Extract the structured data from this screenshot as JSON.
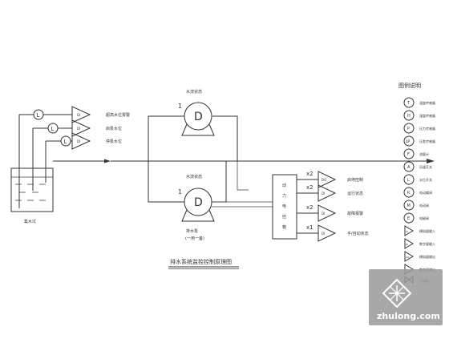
{
  "diagram": {
    "title": "排水系统监控控制原理图",
    "tank_label": "集水坑",
    "level_signals": [
      "超高水位报警",
      "启泵水位",
      "停泵水位"
    ],
    "level_symbol": "L",
    "level_io": "DI",
    "pump_letter": "D",
    "pump_number": "1",
    "pump_label_top": "水流状态",
    "pump_label_mid": "水流状态",
    "pump_name": "排水泵",
    "pump_note": "(一用一备)",
    "panel_chars": [
      "动",
      "力",
      "电",
      "控",
      "箱"
    ],
    "panel_outputs": [
      {
        "mult": "x2",
        "io": "DO",
        "label": "启停控制"
      },
      {
        "mult": "x2",
        "io": "DI",
        "label": "运行状态"
      },
      {
        "mult": "x2",
        "io": "DI",
        "label": "故障报警"
      },
      {
        "mult": "x1",
        "io": "DI",
        "label": "手/自动状态"
      }
    ]
  },
  "legend": {
    "title": "图例说明",
    "items": [
      {
        "symbol": "T",
        "label": "温度传感器"
      },
      {
        "symbol": "H",
        "label": "湿度传感器"
      },
      {
        "symbol": "P",
        "label": "压力传感器"
      },
      {
        "symbol": "ΔP",
        "label": "压差传感器"
      },
      {
        "symbol": "F",
        "label": "流量计"
      },
      {
        "symbol": "A",
        "label": "风速开关"
      },
      {
        "symbol": "L",
        "label": "水位开关"
      },
      {
        "symbol": "K",
        "label": "电动蝶阀"
      },
      {
        "symbol": "M",
        "label": "电动阀"
      },
      {
        "symbol": "E",
        "label": "电磁阀"
      },
      {
        "symbol": "AI",
        "label": "模拟量输入"
      },
      {
        "symbol": "DI",
        "label": "数字量输入"
      },
      {
        "symbol": "AO",
        "label": "模拟量输出"
      },
      {
        "symbol": "DO",
        "label": "数字量输出"
      },
      {
        "symbol": "",
        "label": "二通阀"
      }
    ]
  },
  "watermark": {
    "text": "zhulong.com"
  }
}
